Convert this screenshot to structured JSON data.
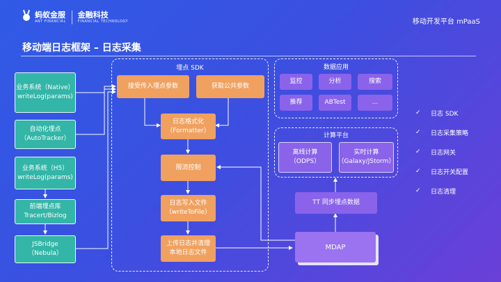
{
  "header": {
    "logo_main": "蚂蚁金服",
    "logo_sub": "ANT FINANCIAL",
    "logo2_main": "金融科技",
    "logo2_sub": "FINANCIAL TECHNOLOGY",
    "platform": "移动开发平台 mPaaS"
  },
  "title": "移动端日志框架 – 日志采集",
  "sources": [
    "业务系统（Native）\nwriteLog(params)",
    "自动化埋点\n（AutoTracker）",
    "业务系统（H5）\nwriteLog(params)",
    "前端埋点库\nTracert/Bizlog",
    "JSBridge\n（Nebula）"
  ],
  "sdk": {
    "title": "埋点 SDK",
    "receive": "接受传入埋点参数",
    "public": "获取公共参数",
    "formatter": "日志格式化\n（Formatter）",
    "throttle": "限流控制",
    "write": "日志写入文件\n（writeToFile）",
    "upload": "上传日志并清理\n本地日志文件"
  },
  "data_app": {
    "title": "数据应用",
    "items": [
      "监控",
      "分析",
      "搜索",
      "推荐",
      "ABTest",
      "..."
    ]
  },
  "compute": {
    "title": "计算平台",
    "offline": "离线计算\n（ODPS）",
    "realtime": "实时计算\n（Galaxy/JStorm）"
  },
  "tt": "TT 同步埋点数据",
  "mdap": "MDAP",
  "features": [
    {
      "check": "✓",
      "label": "日志 SDK"
    },
    {
      "check": "✓",
      "label": "日志采集策略"
    },
    {
      "check": "✓",
      "label": "日志网关"
    },
    {
      "check": "✓",
      "label": "日志开关配置"
    },
    {
      "check": "✓",
      "label": "日志清理"
    }
  ]
}
